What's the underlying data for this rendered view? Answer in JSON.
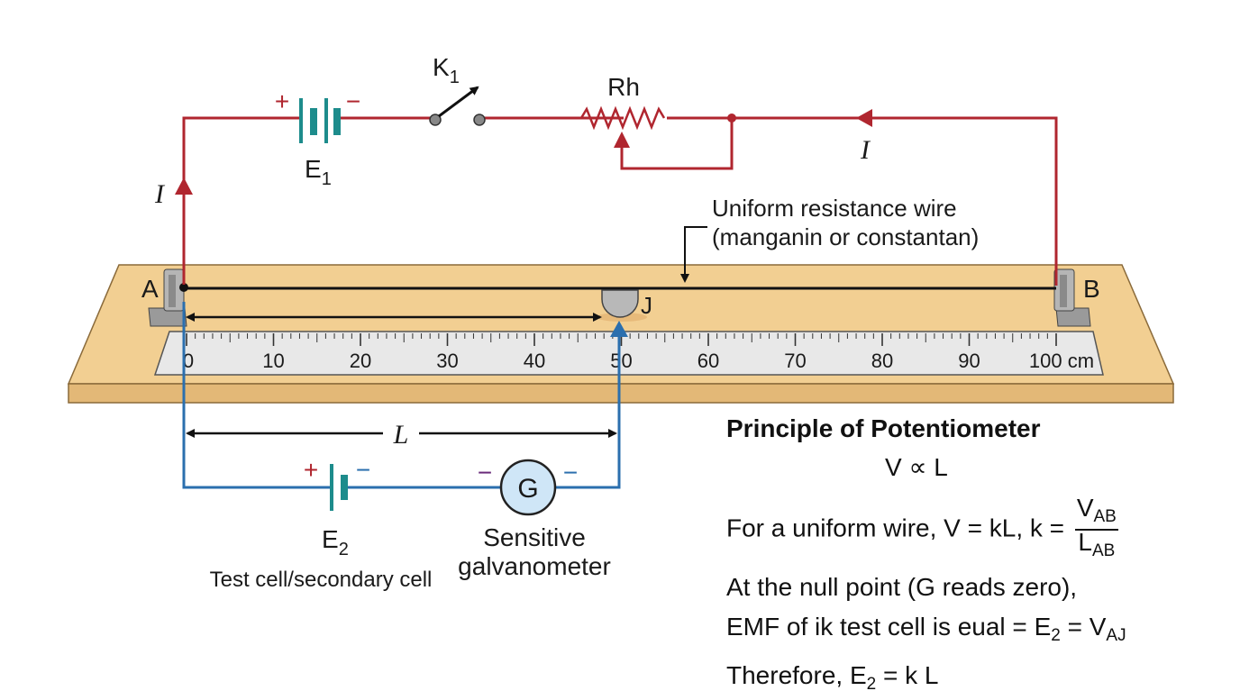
{
  "labels": {
    "k1": "K",
    "k1_sub": "1",
    "e1": "E",
    "e1_sub": "1",
    "rh": "Rh",
    "current_left": "I",
    "current_right": "I",
    "plus": "+",
    "minus": "−",
    "wire_line1": "Uniform resistance wire",
    "wire_line2": "(manganin or constantan)",
    "end_a": "A",
    "end_b": "B",
    "jockey": "J",
    "length": "L",
    "e2": "E",
    "e2_sub": "2",
    "test_cell": "Test cell/secondary cell",
    "galvanometer_symbol": "G",
    "galv_line1": "Sensitive",
    "galv_line2": "galvanometer"
  },
  "scale": {
    "ticks": [
      "0",
      "10",
      "20",
      "30",
      "40",
      "50",
      "60",
      "70",
      "80",
      "90",
      "100 cm"
    ]
  },
  "principle": {
    "title": "Principle of Potentiometer",
    "proportionality": "V ∝ L",
    "uniform_text": "For a uniform wire, V = kL, k =",
    "frac_num": "V",
    "frac_num_sub": "AB",
    "frac_den": "L",
    "frac_den_sub": "AB",
    "null_text": "At the null point (G reads zero),",
    "emf_text": "EMF of ik test cell is eual = E",
    "emf_sub": "2",
    "emf_tail": " = V",
    "emf_tail_sub": "AJ",
    "therefore_text": "Therefore, E",
    "therefore_sub": "2",
    "therefore_tail": " = k L"
  },
  "colors": {
    "primary_circuit": "#b0262f",
    "secondary_circuit": "#2b6fae",
    "board": "#f2cf92",
    "scale": "#e8e8e8",
    "cell": "#1d8c8c",
    "galvanometer": "#cfe6f7"
  }
}
